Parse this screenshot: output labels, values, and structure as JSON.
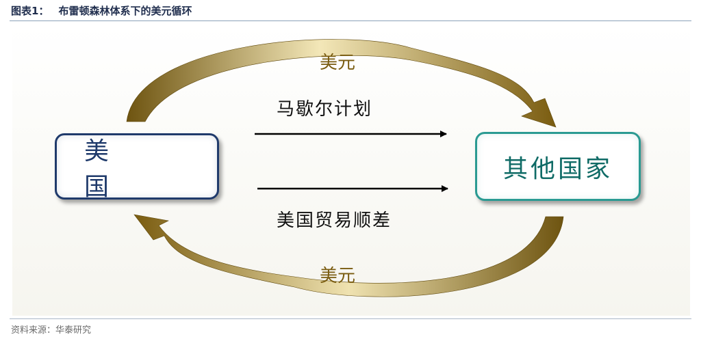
{
  "figure": {
    "label": "图表1：",
    "title": "布雷顿森林体系下的美元循环",
    "source": "资料来源：华泰研究"
  },
  "diagram": {
    "nodes": {
      "us": "美 国",
      "other": "其他国家"
    },
    "flows": {
      "usd_top": "美元",
      "usd_bottom": "美元",
      "marshall_plan": "马歇尔计划",
      "trade_deficit": "美国贸易顺差"
    }
  },
  "colors": {
    "us_border": "#1f3a6b",
    "other_border": "#2a9a92",
    "arc_gold": "#8a6a12",
    "arrow_black": "#000000"
  }
}
